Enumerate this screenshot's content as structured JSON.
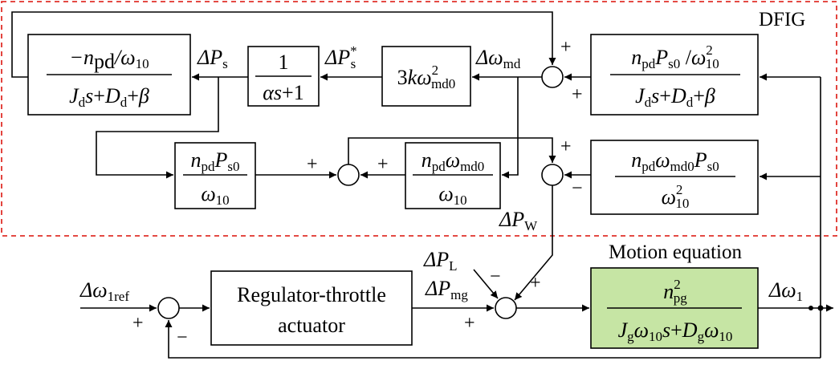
{
  "diagram": {
    "region_label": "DFIG",
    "motion_label": "Motion equation",
    "blocks": {
      "b1": {
        "num": "−n_pd/ω_10",
        "den": "J_d s + D_d + β"
      },
      "b2": {
        "num": "1",
        "den": "αs+1"
      },
      "b3": {
        "expr": "3kω_md0^2"
      },
      "b4": {
        "num": "n_pd P_s0 /ω_10^2",
        "den": "J_d s + D_d + β"
      },
      "b5": {
        "num": "n_pd P_s0",
        "den": "ω_10"
      },
      "b6": {
        "num": "n_pd ω_md0",
        "den": "ω_10"
      },
      "b7": {
        "num": "n_pd ω_md0 P_s0",
        "den": "ω_10^2"
      },
      "regulator": {
        "line1": "Regulator-throttle",
        "line2": "actuator"
      },
      "motion": {
        "num": "n_pg^2",
        "den": "J_g ω_10 s + D_g ω_10"
      }
    },
    "signals": {
      "dPs": "ΔP_s",
      "dPs_star": "ΔP_s*",
      "dw_md": "Δω_md",
      "dPW": "ΔP_W",
      "dPL": "ΔP_L",
      "dPmg": "ΔP_mg",
      "dw1ref": "Δω_1ref",
      "dw1": "Δω_1"
    },
    "signs": {
      "s1_top": "+",
      "s1_bottom": "+",
      "s2_left": "+",
      "s2_right": "+",
      "s3_top": "+",
      "s3_right": "−",
      "s4_left": "+",
      "s4_bottom": "−",
      "s5_top_left": "−",
      "s5_top_right": "+",
      "s5_bottom": "+"
    }
  }
}
